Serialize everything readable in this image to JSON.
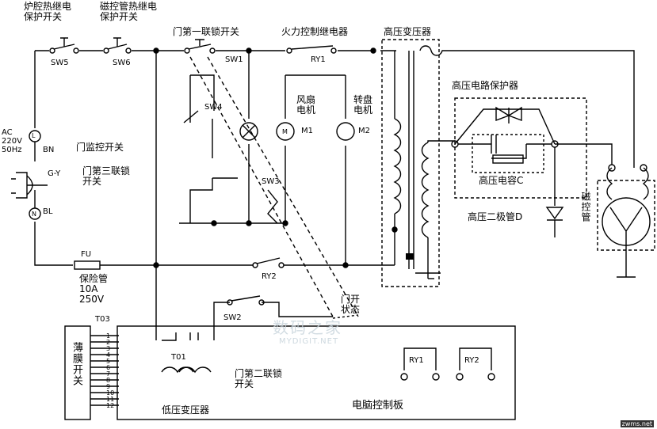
{
  "labels": {
    "furnace_relay": "炉腔热继电\n保护开关",
    "magnetron_relay": "磁控管热继电\n保护开关",
    "door_first_interlock": "门第一联锁开关",
    "power_relay": "火力控制继电器",
    "hv_transformer": "高压变压器",
    "hv_protector": "高压电路保护器",
    "fan_motor": "风扇\n电机",
    "turntable_motor": "转盘\n电机",
    "door_monitor": "门监控开关",
    "door_third": "门第三联锁\n开关",
    "hv_capacitor": "高压电容C",
    "hv_diode": "高压二极管D",
    "magnetron": "磁控管",
    "fuse": "保险管\n10A\n250V",
    "door_open_state": "门开\n状态",
    "door_second": "门第二联锁\n开关",
    "low_transformer": "低压变压器",
    "control_board": "电脑控制板",
    "membrane_switch": "薄膜开关",
    "ac_input": "AC\n220V\n50Hz"
  },
  "designators": {
    "sw5": "SW5",
    "sw6": "SW6",
    "sw1": "SW1",
    "ry1": "RY1",
    "sw4": "SW4",
    "m1": "M1",
    "m2": "M2",
    "sw3": "SW3",
    "ry2": "RY2",
    "sw2": "SW2",
    "fu": "FU",
    "t01": "T01",
    "t03": "T03",
    "ry1_coil": "RY1",
    "ry2_coil": "RY2",
    "bn": "BN",
    "gy": "G-Y",
    "bl": "BL",
    "l": "L",
    "n": "N",
    "m": "M"
  },
  "pins": [
    "1",
    "2",
    "3",
    "4",
    "5",
    "6",
    "7",
    "8",
    "9",
    "10",
    "11",
    "12"
  ],
  "watermark": {
    "cn": "数码之家",
    "en": "MYDIGIT.NET",
    "corner": "zwms.net"
  }
}
